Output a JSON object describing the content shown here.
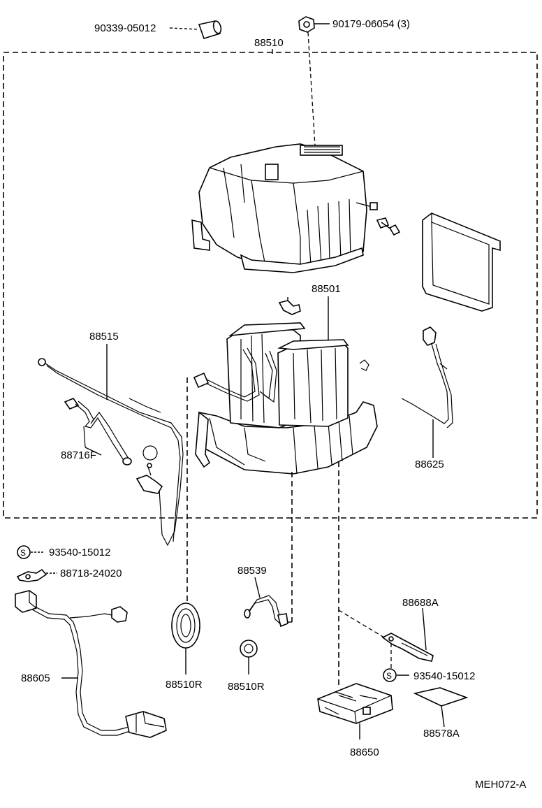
{
  "labels": {
    "p90339": "90339-05012",
    "p90179": "90179-06054 (3)",
    "p88510": "88510",
    "p88501": "88501",
    "p88515": "88515",
    "p88716F": "88716F",
    "p88625": "88625",
    "p93540a": "93540-15012",
    "p88718": "88718-24020",
    "p88539": "88539",
    "p88688A": "88688A",
    "p88605": "88605",
    "p88510R1": "88510R",
    "p88510R2": "88510R",
    "p93540b": "93540-15012",
    "p88578A": "88578A",
    "p88650": "88650",
    "ref": "MEH072-A",
    "s1": "S",
    "s2": "S"
  }
}
